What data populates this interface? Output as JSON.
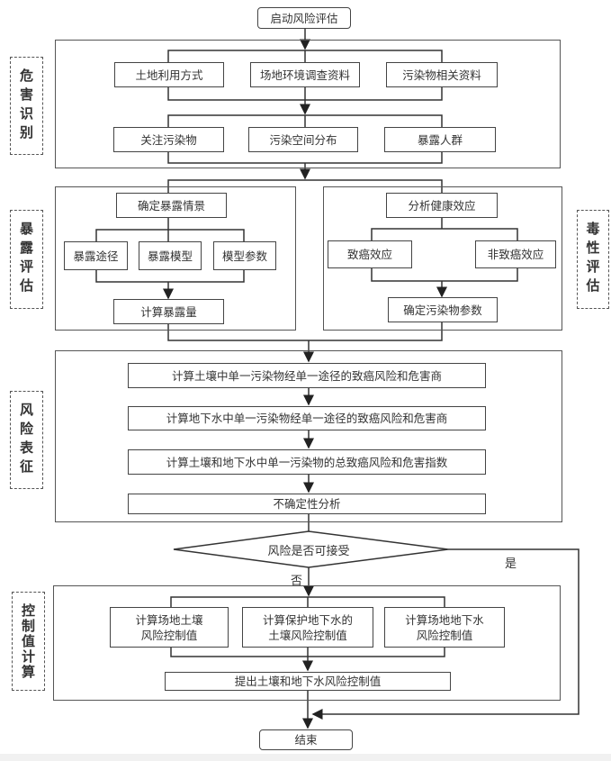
{
  "start": "启动风险评估",
  "end": "结束",
  "hazard_identification": {
    "label": "危害识别",
    "row1": [
      "土地利用方式",
      "场地环境调查资料",
      "污染物相关资料"
    ],
    "row2": [
      "关注污染物",
      "污染空间分布",
      "暴露人群"
    ]
  },
  "exposure_assessment": {
    "label": "暴露评估",
    "scenario": "确定暴露情景",
    "items": [
      "暴露途径",
      "暴露模型",
      "模型参数"
    ],
    "result": "计算暴露量"
  },
  "toxicity_assessment": {
    "label": "毒性评估",
    "top": "分析健康效应",
    "items": [
      "致癌效应",
      "非致癌效应"
    ],
    "result": "确定污染物参数"
  },
  "risk_characterization": {
    "label": "风险表征",
    "steps": [
      "计算土壤中单一污染物经单一途径的致癌风险和危害商",
      "计算地下水中单一污染物经单一途径的致癌风险和危害商",
      "计算土壤和地下水中单一污染物的总致癌风险和危害指数",
      "不确定性分析"
    ]
  },
  "decision": {
    "question": "风险是否可接受",
    "yes": "是",
    "no": "否"
  },
  "control_values": {
    "label": "控制值计算",
    "items": [
      "计算场地土壤\n风险控制值",
      "计算保护地下水的\n土壤风险控制值",
      "计算场地地下水\n风险控制值"
    ],
    "result": "提出土壤和地下水风险控制值"
  }
}
